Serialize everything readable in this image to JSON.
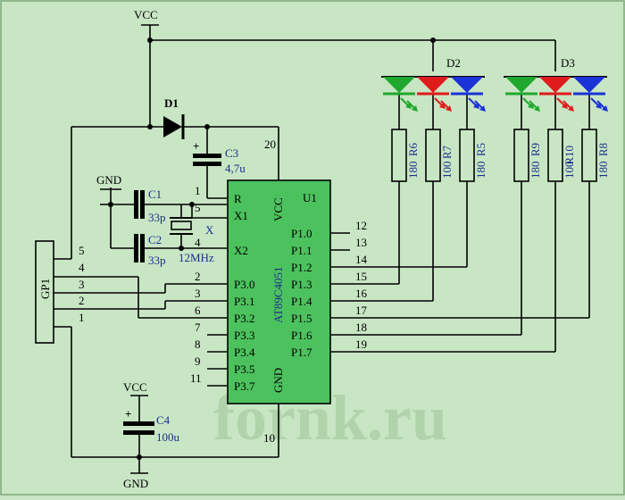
{
  "power": {
    "vcc_top": "VCC",
    "vcc_c4": "VCC",
    "gnd_crystal": "GND",
    "gnd_bottom": "GND"
  },
  "watermark": "fornk.ru",
  "chip": {
    "ref": "U1",
    "part": "AT89C4051",
    "vcc_label": "VCC",
    "gnd_label": "GND",
    "vcc_pin": "20",
    "gnd_pin": "10",
    "left_pins": [
      {
        "num": "1",
        "label": "R"
      },
      {
        "num": "5",
        "label": "X1"
      },
      {
        "num": "4",
        "label": "X2"
      },
      {
        "num": "2",
        "label": "P3.0"
      },
      {
        "num": "3",
        "label": "P3.1"
      },
      {
        "num": "6",
        "label": "P3.2"
      },
      {
        "num": "7",
        "label": "P3.3"
      },
      {
        "num": "8",
        "label": "P3.4"
      },
      {
        "num": "9",
        "label": "P3.5"
      },
      {
        "num": "11",
        "label": "P3.7"
      }
    ],
    "right_pins": [
      {
        "num": "12",
        "label": "P1.0"
      },
      {
        "num": "13",
        "label": "P1.1"
      },
      {
        "num": "14",
        "label": "P1.2"
      },
      {
        "num": "15",
        "label": "P1.3"
      },
      {
        "num": "16",
        "label": "P1.4"
      },
      {
        "num": "17",
        "label": "P1.5"
      },
      {
        "num": "18",
        "label": "P1.6"
      },
      {
        "num": "19",
        "label": "P1.7"
      }
    ]
  },
  "components": {
    "d1": "D1",
    "c1": {
      "ref": "C1",
      "value": "33p"
    },
    "c2": {
      "ref": "C2",
      "value": "33p"
    },
    "c3": {
      "ref": "C3",
      "value": "4,7u"
    },
    "c4": {
      "ref": "C4",
      "value": "100u"
    },
    "crystal": {
      "ref": "X",
      "value": "12MHz"
    },
    "d2": "D2",
    "d3": "D3",
    "resistors": [
      {
        "ref": "R6",
        "value": "180"
      },
      {
        "ref": "R7",
        "value": "100"
      },
      {
        "ref": "R5",
        "value": "180"
      },
      {
        "ref": "R9",
        "value": "180"
      },
      {
        "ref": "R10",
        "value": "100"
      },
      {
        "ref": "R8",
        "value": "180"
      }
    ]
  },
  "connector": {
    "ref": "GP1",
    "pins": [
      "5",
      "4",
      "3",
      "2",
      "1"
    ]
  },
  "colors": {
    "background": "#c8e6c4",
    "chip": "#4cc25e",
    "led_green": "#1fa82d",
    "led_red": "#e01b1b",
    "led_blue": "#1a33d6",
    "label_blue": "#1b2f8c"
  }
}
